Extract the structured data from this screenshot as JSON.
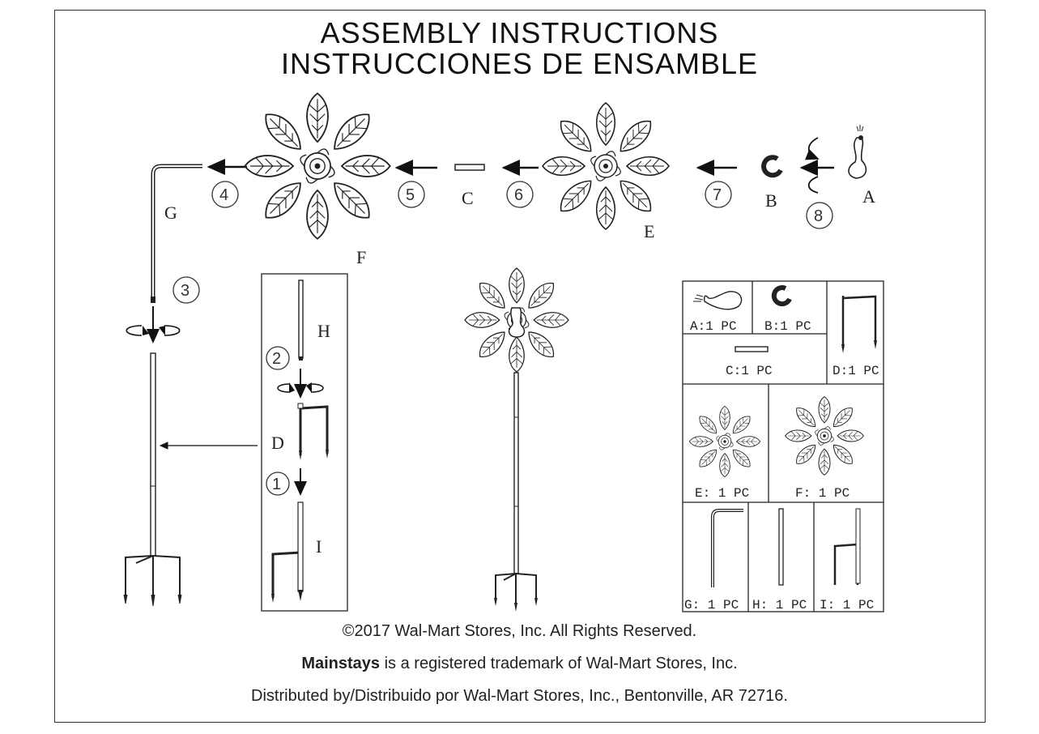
{
  "title": {
    "english": "ASSEMBLY INSTRUCTIONS",
    "spanish": "INSTRUCCIONES DE ENSAMBLE"
  },
  "steps": [
    "1",
    "2",
    "3",
    "4",
    "5",
    "6",
    "7",
    "8"
  ],
  "part_labels": {
    "A": "A",
    "B": "B",
    "C": "C",
    "D": "D",
    "E": "E",
    "F": "F",
    "G": "G",
    "H": "H",
    "I": "I"
  },
  "parts_list": {
    "A": "A:1 PC",
    "B": "B:1 PC",
    "C": "C:1 PC",
    "D": "D:1 PC",
    "E": "E: 1 PC",
    "F": "F: 1 PC",
    "G": "G: 1 PC",
    "H": "H: 1 PC",
    "I": "I: 1 PC"
  },
  "footer": {
    "copyright": "©2017 Wal-Mart Stores, Inc. All Rights Reserved.",
    "brand": "Mainstays",
    "trademark_rest": " is a registered trademark of Wal-Mart Stores, Inc.",
    "distributor": "Distributed by/Distribuido por Wal-Mart Stores, Inc., Bentonville, AR 72716."
  }
}
